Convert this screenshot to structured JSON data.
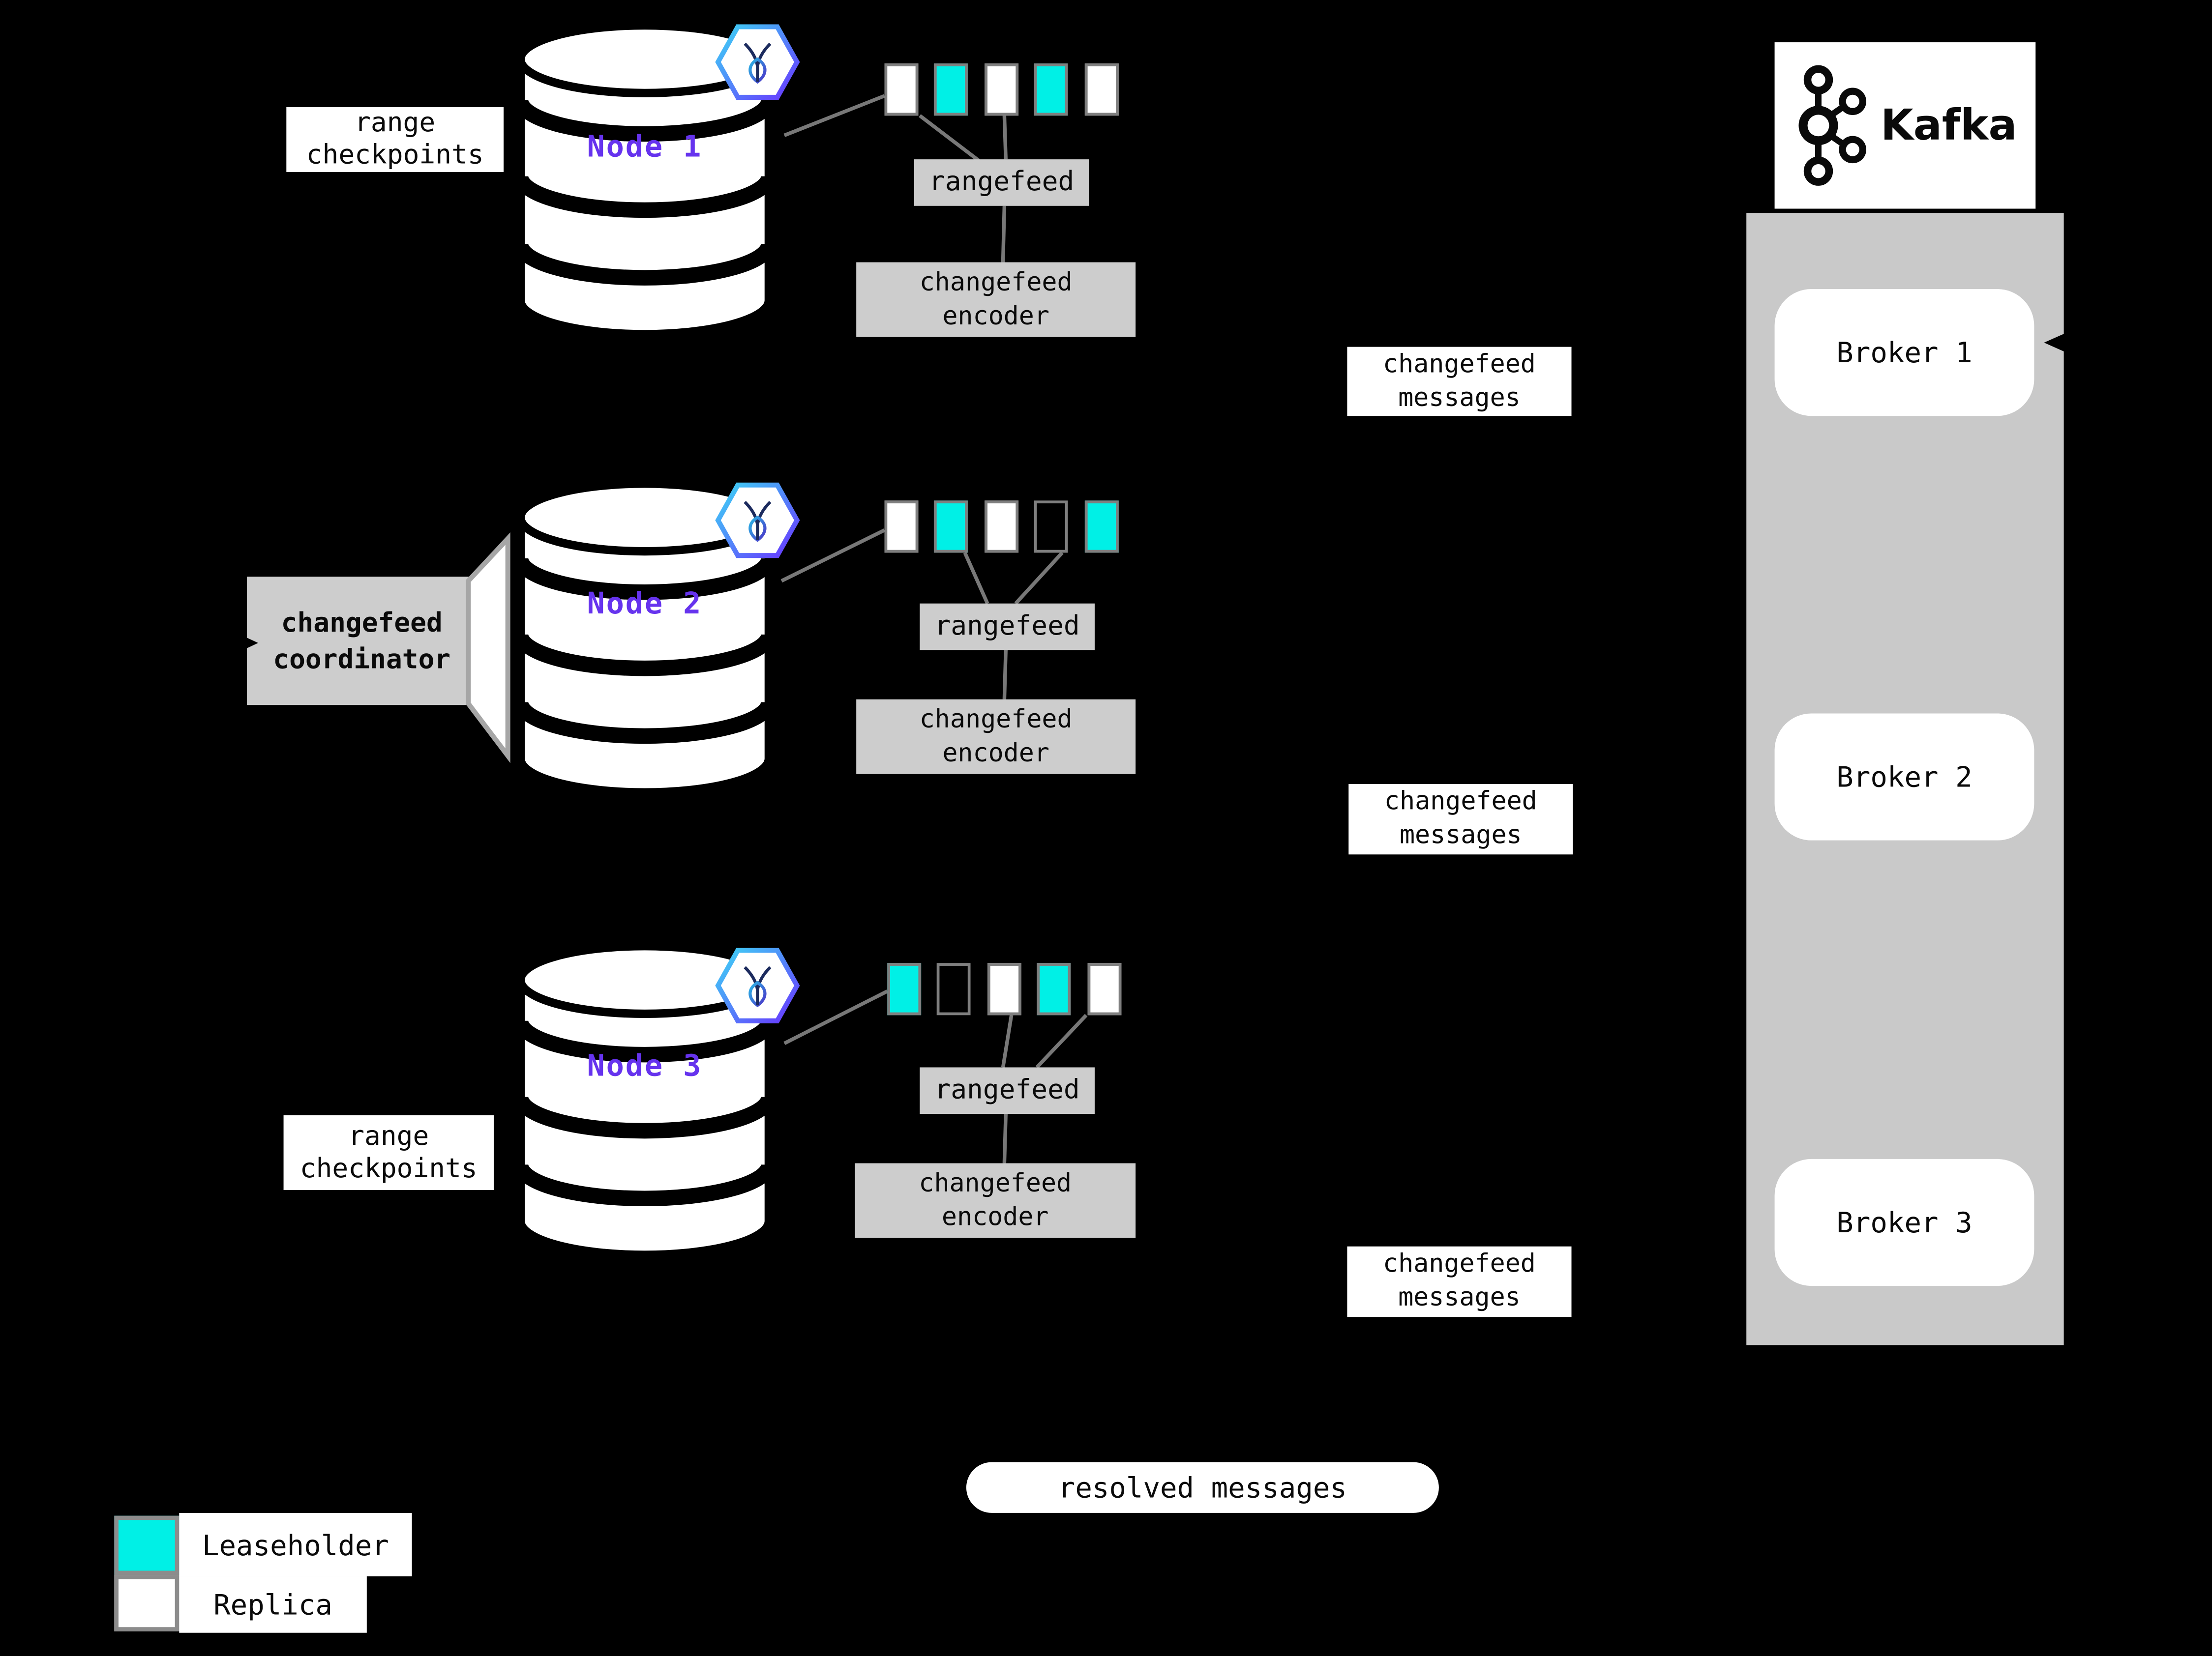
{
  "colors": {
    "background": "#000000",
    "leaseholder": "#00F0E6",
    "replica": "#FFFFFF",
    "empty": "transparent",
    "panel_gray": "#C9C9C9",
    "label_gray": "#CDCDCD",
    "connector_gray": "#787878",
    "node_purple": "#6633EE",
    "range_border_gray": "#7F7F7F",
    "hex_gradient_start": "#3DD6F5",
    "hex_gradient_end": "#6933FF"
  },
  "nodes": [
    {
      "name": "Node 1",
      "ranges": [
        "replica",
        "leaseholder",
        "replica",
        "leaseholder",
        "replica"
      ]
    },
    {
      "name": "Node 2",
      "ranges": [
        "replica",
        "leaseholder",
        "replica",
        "empty",
        "leaseholder"
      ]
    },
    {
      "name": "Node 3",
      "ranges": [
        "leaseholder",
        "empty",
        "replica",
        "leaseholder",
        "replica"
      ]
    }
  ],
  "labels": {
    "range_checkpoints_line1": "range",
    "range_checkpoints_line2": "checkpoints",
    "rangefeed": "rangefeed",
    "encoder_line1": "changefeed",
    "encoder_line2": "encoder",
    "messages_line1": "changefeed",
    "messages_line2": "messages",
    "coordinator_line1": "changefeed",
    "coordinator_line2": "coordinator",
    "resolved_messages": "resolved messages"
  },
  "kafka": {
    "logo_text": "Kafka",
    "brokers": [
      "Broker 1",
      "Broker 2",
      "Broker 3"
    ]
  },
  "legend": {
    "items": [
      {
        "type": "leaseholder",
        "label": "Leaseholder"
      },
      {
        "type": "replica",
        "label": "Replica"
      }
    ]
  }
}
